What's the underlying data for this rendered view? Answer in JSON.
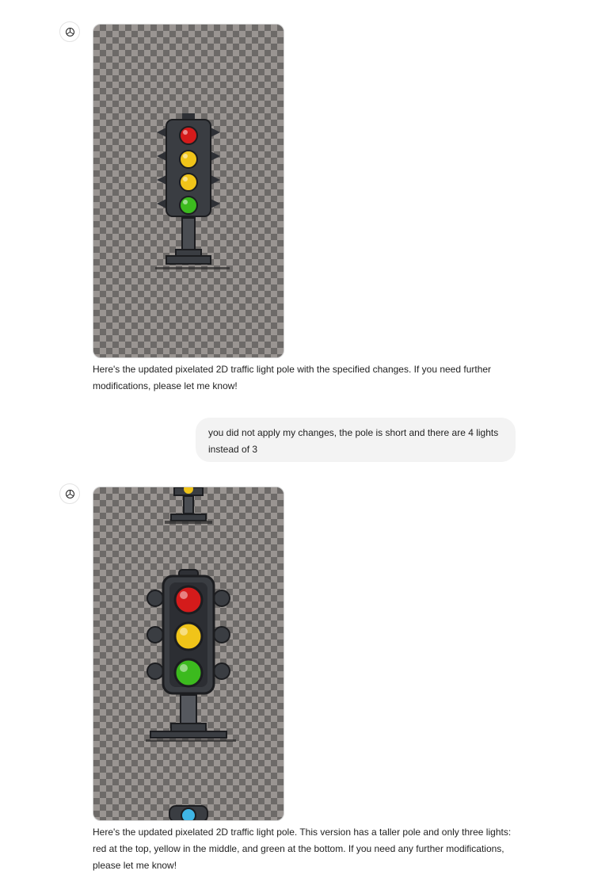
{
  "conversation": {
    "messages": [
      {
        "role": "assistant",
        "image_alt_icon": "traffic-light-four-lights",
        "text": "Here's the updated pixelated 2D traffic light pole with the specified changes. If you need further modifications, please let me know!"
      },
      {
        "role": "user",
        "text": "you did not apply my changes, the pole is short and there are 4 lights instead of 3"
      },
      {
        "role": "assistant",
        "image_alt_icon": "traffic-light-three-lights",
        "text": "Here's the updated pixelated 2D traffic light pole. This version has a taller pole and only three lights: red at the top, yellow in the middle, and green at the bottom. If you need any further modifications, please let me know!"
      }
    ]
  },
  "colors": {
    "red": "#d41b1b",
    "yellow": "#f0c419",
    "green": "#3cba1e",
    "blue": "#3fb6e6",
    "housing": "#3a3d42",
    "bubble": "#f3f3f3"
  }
}
